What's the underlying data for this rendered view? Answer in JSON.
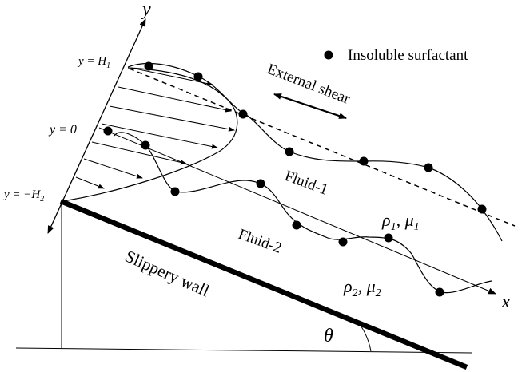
{
  "axes": {
    "y_axis_label": "y",
    "x_axis_label": "x",
    "y_levels": [
      {
        "label": "y = H",
        "sub": "1"
      },
      {
        "label": "y = 0",
        "sub": ""
      },
      {
        "label": "y = −H",
        "sub": "2"
      }
    ]
  },
  "legend": {
    "marker_label": "Insoluble surfactant"
  },
  "labels": {
    "external_shear": "External shear",
    "fluid1": "Fluid-1",
    "fluid2": "Fluid-2",
    "wall": "Slippery wall",
    "angle": "θ"
  },
  "properties": {
    "fluid1": {
      "rho": "ρ",
      "rho_sub": "1",
      "sep": ", ",
      "mu": "μ",
      "mu_sub": "1"
    },
    "fluid2": {
      "rho": "ρ",
      "rho_sub": "2",
      "sep": ", ",
      "mu": "μ",
      "mu_sub": "2"
    }
  },
  "colors": {
    "ink": "#000000",
    "background": "#ffffff"
  }
}
